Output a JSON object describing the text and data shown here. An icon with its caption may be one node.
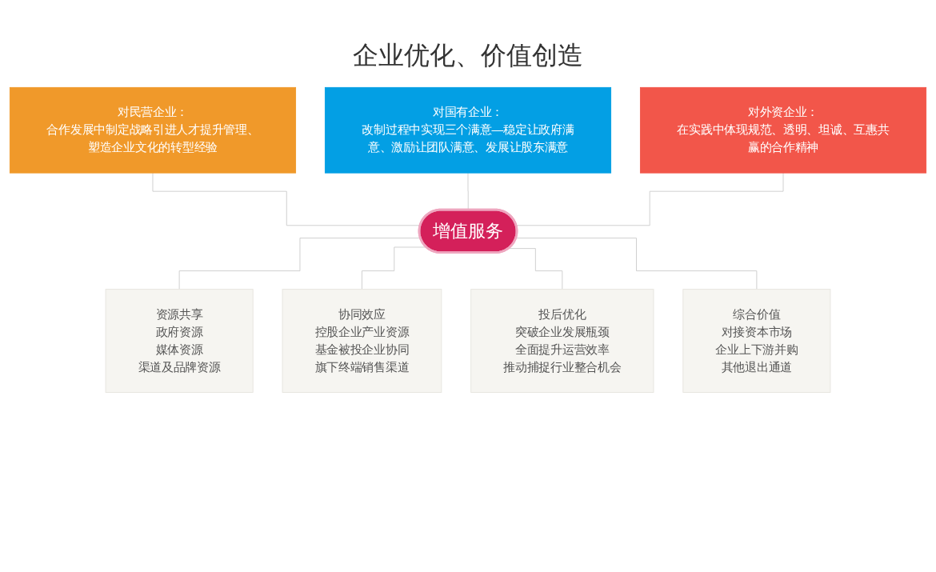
{
  "diagram": {
    "title": "企业优化、价值创造",
    "nodes": [
      {
        "text": [
          "对民营企业：",
          "合作发展中制定战略引进人才提升管理、塑造企业文化的转型经验"
        ]
      },
      {
        "text": [
          "对国有企业：",
          "改制过程中实现三个满意—稳定让政府满意、激励让团队满意、发展让股东满意"
        ]
      },
      {
        "text": [
          "对外资企业：",
          "在实践中体现规范、透明、坦诚、互惠共赢的合作精神"
        ]
      },
      {
        "text": [
          "增值服务"
        ]
      },
      {
        "text": [
          "资源共享",
          "政府资源",
          "媒体资源",
          "渠道及品牌资源"
        ]
      },
      {
        "text": [
          "协同效应",
          "控股企业产业资源",
          "基金被投企业协同",
          "旗下终端销售渠道"
        ]
      },
      {
        "text": [
          "投后优化",
          "突破企业发展瓶颈",
          "全面提升运营效率",
          "推动捕捉行业整合机会"
        ]
      },
      {
        "text": [
          "综合价值",
          "对接资本市场",
          "企业上下游并购",
          "其他退出通道"
        ]
      }
    ],
    "edges": [
      {
        "from": 0,
        "to": 3,
        "arrow": "none"
      },
      {
        "from": 1,
        "to": 3,
        "arrow": "none"
      },
      {
        "from": 2,
        "to": 3,
        "arrow": "none"
      },
      {
        "from": 3,
        "to": 4,
        "arrow": "none"
      },
      {
        "from": 3,
        "to": 5,
        "arrow": "none"
      },
      {
        "from": 3,
        "to": 6,
        "arrow": "none"
      },
      {
        "from": 3,
        "to": 7,
        "arrow": "none"
      }
    ]
  }
}
